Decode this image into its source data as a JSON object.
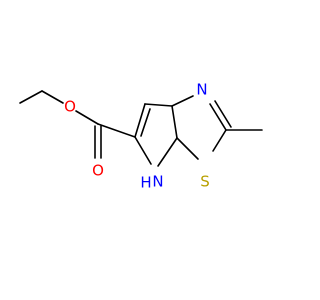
{
  "molecule": {
    "atoms": {
      "oxygen_carbonyl": "O",
      "oxygen_ester": "O",
      "nitrogen_ring": "N",
      "nitrogen_pyrrole": "N",
      "hydrogen_pyrrole": "H",
      "sulfur": "S"
    },
    "colors": {
      "bond": "#000000",
      "oxygen": "#ff0000",
      "nitrogen": "#0000ff",
      "sulfur": "#b8a000"
    }
  }
}
